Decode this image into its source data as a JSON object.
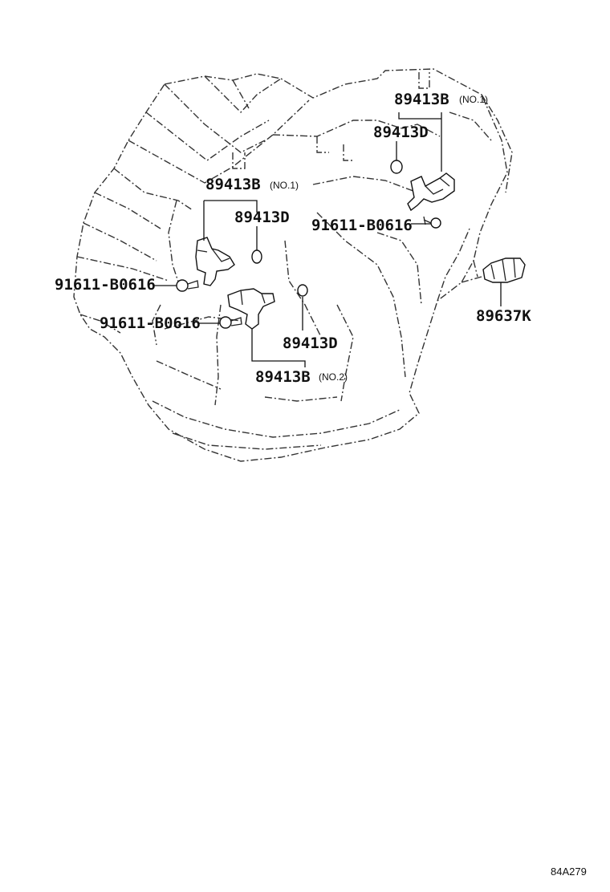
{
  "labels": {
    "b_no1_top": "89413B",
    "b_no1_top_sub": "(NO.1)",
    "d_top": "89413D",
    "bolt_right": "91611-B0616",
    "b_no1_mid": "89413B",
    "b_no1_mid_sub": "(NO.1)",
    "d_mid": "89413D",
    "bolt_left1": "91611-B0616",
    "bolt_left2": "91611-B0616",
    "d_low": "89413D",
    "b_no2": "89413B",
    "b_no2_sub": "(NO.2)",
    "k_sensor": "89637K"
  },
  "figure_code": "84A279"
}
